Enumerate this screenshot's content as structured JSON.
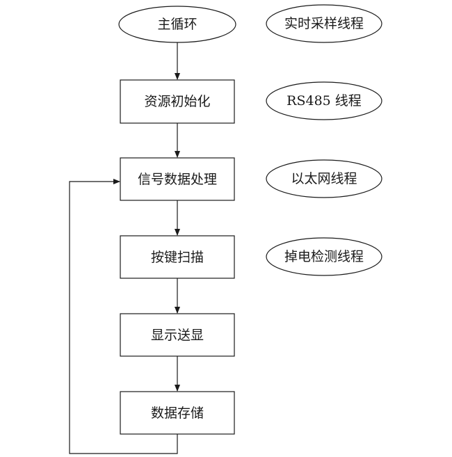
{
  "flow": {
    "start": "主循环",
    "steps": [
      "资源初始化",
      "信号数据处理",
      "按键扫描",
      "显示送显",
      "数据存储"
    ]
  },
  "threads": [
    "实时采样线程",
    "RS485 线程",
    "以太网线程",
    "掉电检测线程"
  ]
}
